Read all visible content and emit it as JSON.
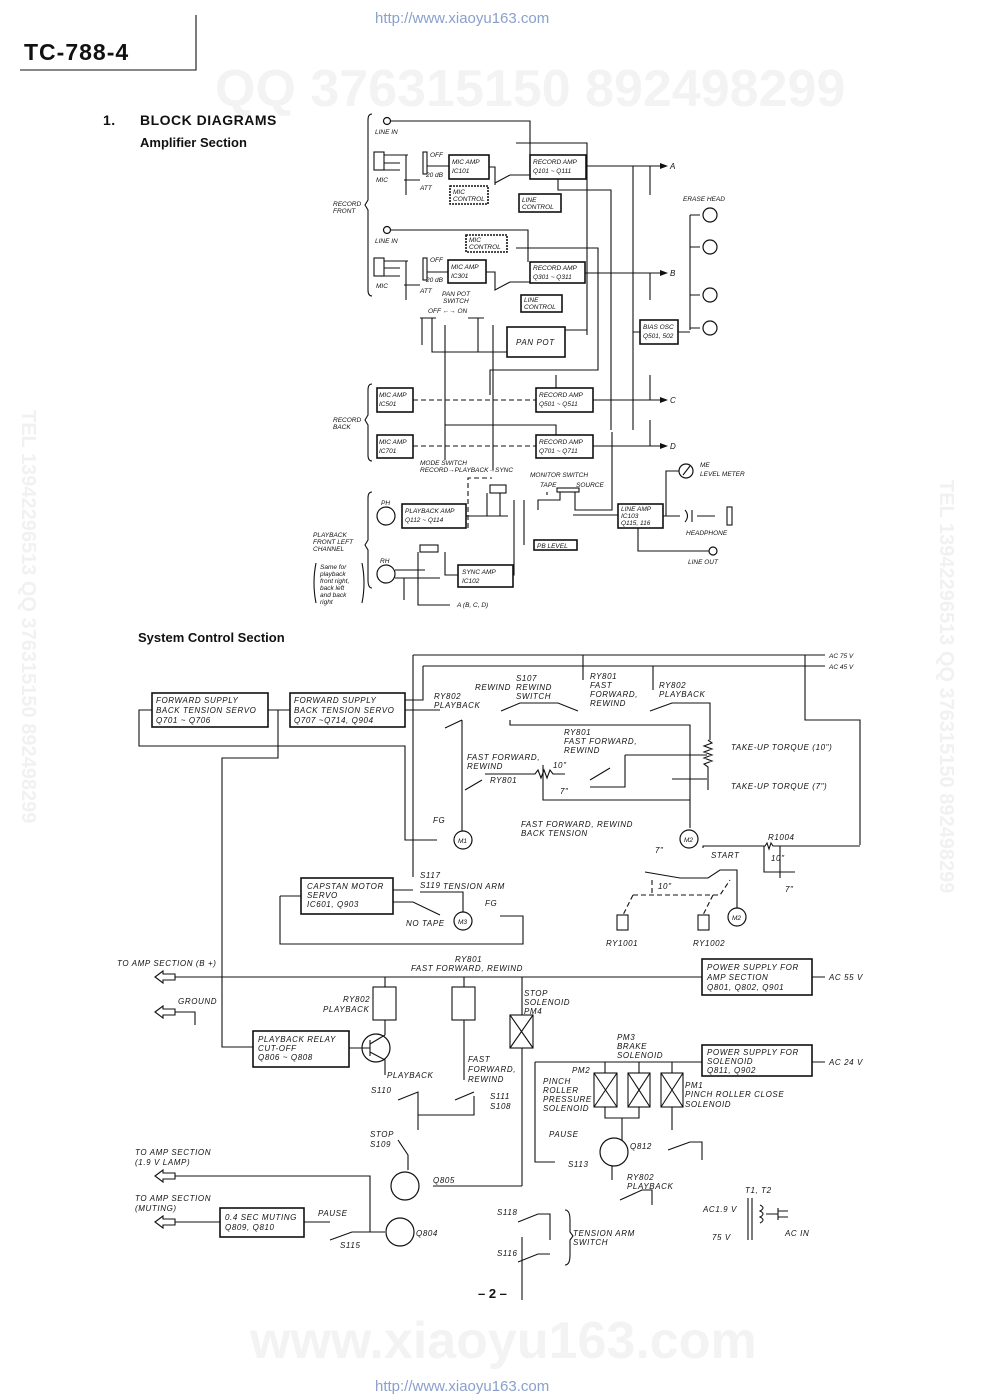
{
  "header": {
    "url": "http://www.xiaoyu163.com",
    "model": "TC-788-4",
    "page_number": "– 2 –"
  },
  "watermarks": {
    "qq": "QQ 376315150  892498299",
    "tel_left": "TEL 13942296513  QQ 376315150  892498299",
    "tel_right": "TEL 13942296513  QQ 376315150  892498299",
    "site": "www.xiaoyu163.com"
  },
  "sections": {
    "number": "1.",
    "title": "BLOCK DIAGRAMS",
    "amplifier": "Amplifier Section",
    "system": "System Control Section"
  },
  "amp": {
    "line_in": "LINE IN",
    "mic": "MIC",
    "off": "OFF",
    "db20": "20 dB",
    "att": "ATT",
    "mic_amp_1": [
      "MIC AMP",
      "IC101"
    ],
    "mic_amp_2": [
      "MIC AMP",
      "IC301"
    ],
    "mic_amp_3": [
      "MIC AMP",
      "IC501"
    ],
    "mic_amp_4": [
      "MIC AMP",
      "IC701"
    ],
    "mic_control": [
      "MIC",
      "CONTROL"
    ],
    "line_control": [
      "LINE",
      "CONTROL"
    ],
    "rec_amp_1": [
      "RECORD AMP",
      "Q101 ~ Q111"
    ],
    "rec_amp_2": [
      "RECORD AMP",
      "Q301 ~ Q311"
    ],
    "rec_amp_3": [
      "RECORD AMP",
      "Q501 ~ Q511"
    ],
    "rec_amp_4": [
      "RECORD AMP",
      "Q701 ~ Q711"
    ],
    "out_a": "A",
    "out_b": "B",
    "out_c": "C",
    "out_d": "D",
    "record_front": [
      "RECORD",
      "FRONT"
    ],
    "record_back": [
      "RECORD",
      "BACK"
    ],
    "erase_head": "ERASE HEAD",
    "pan_pot_switch": [
      "PAN POT",
      "SWITCH"
    ],
    "off_on": "OFF ←→ ON",
    "pan_pot": "PAN   POT",
    "bias_osc": [
      "BIAS OSC",
      "Q501, 502"
    ],
    "mode_switch": [
      "MODE SWITCH",
      "RECORD→PLAYBACK→SYNC"
    ],
    "monitor_switch": "MONITOR SWITCH",
    "tape": "TAPE",
    "source": "SOURCE",
    "level_meter": [
      "ME",
      "LEVEL METER"
    ],
    "ph": "PH",
    "rh": "RH",
    "playback_amp": [
      "PLAYBACK AMP",
      "Q112 ~ Q114"
    ],
    "pb_level": "PB LEVEL",
    "line_amp": [
      "LINE AMP",
      "IC103",
      "Q115, 116"
    ],
    "headphone": "HEADPHONE",
    "line_out": "LINE OUT",
    "sync_amp": [
      "SYNC AMP",
      "IC102"
    ],
    "playback_channel": [
      "PLAYBACK",
      "FRONT LEFT",
      "CHANNEL"
    ],
    "same_for": [
      "Same for",
      "playback",
      "front right,",
      "back left",
      "and back",
      "right"
    ],
    "abcd": "A (B, C, D)"
  },
  "sys": {
    "ac75": "AC 75 V",
    "ac45": "AC 45 V",
    "ac55": "AC 55 V",
    "ac24": "AC 24 V",
    "fsbts_1": [
      "FORWARD SUPPLY",
      "BACK TENSION SERVO",
      "Q701 ~ Q706"
    ],
    "fsbts_2": [
      "FORWARD SUPPLY",
      "BACK TENSION SERVO",
      "Q707 ~Q714, Q904"
    ],
    "ry802_playback": [
      "RY802",
      "PLAYBACK"
    ],
    "rewind": "REWIND",
    "s107": [
      "S107",
      "REWIND",
      "SWITCH"
    ],
    "ry801_ff_rw": [
      "RY801",
      "FAST",
      "FORWARD,",
      "REWIND"
    ],
    "ry802_pb2": [
      "RY802",
      "PLAYBACK"
    ],
    "ry801_ff_rw2": [
      "RY801",
      "FAST FORWARD,",
      "REWIND"
    ],
    "ff_rw": [
      "FAST FORWARD,",
      "REWIND"
    ],
    "ry801": "RY801",
    "takeup10": "TAKE-UP TORQUE (10\")",
    "takeup7": "TAKE-UP TORQUE (7\")",
    "in10": "10\"",
    "in7": "7\"",
    "ff_rw_back": [
      "FAST FORWARD, REWIND",
      "BACK TENSION"
    ],
    "fg": "FG",
    "m1": "M1",
    "m2": "M2",
    "m3": "M3",
    "r1004": "R1004",
    "start": "START",
    "s117": [
      "S117",
      "S119"
    ],
    "tension_arm": "TENSION ARM",
    "no_tape": "NO TAPE",
    "capstan": [
      "CAPSTAN MOTOR",
      "SERVO",
      "IC601, Q903"
    ],
    "ry1001": "RY1001",
    "ry1002": "RY1002",
    "to_amp_b": "TO AMP SECTION (B +)",
    "ground": "GROUND",
    "ry801_top": [
      "RY801",
      "FAST FORWARD, REWIND"
    ],
    "ps_amp": [
      "POWER SUPPLY FOR",
      "AMP SECTION",
      "Q801, Q802, Q901"
    ],
    "ry802_pb3": [
      "RY802",
      "PLAYBACK"
    ],
    "stop_solenoid": [
      "STOP",
      "SOLENOID",
      "PM4"
    ],
    "pb_cutoff": [
      "PLAYBACK RELAY",
      "CUT-OFF",
      "Q806 ~ Q808"
    ],
    "pm3": [
      "PM3",
      "BRAKE",
      "SOLENOID"
    ],
    "ps_sol": [
      "POWER SUPPLY FOR",
      "SOLENOID",
      "Q811, Q902"
    ],
    "pm2": "PM2",
    "pinch_pressure": [
      "PINCH",
      "ROLLER",
      "PRESSURE",
      "SOLENOID"
    ],
    "pm1": [
      "PM1",
      "PINCH ROLLER CLOSE",
      "SOLENOID"
    ],
    "playback": "PLAYBACK",
    "s110": "S110",
    "ff_rw3": [
      "FAST",
      "FORWARD,",
      "REWIND"
    ],
    "s111": [
      "S111",
      "S108"
    ],
    "stop_s109": [
      "STOP",
      "S109"
    ],
    "pause": "PAUSE",
    "s113": "S113",
    "q812": "Q812",
    "ry802_pb4": [
      "RY802",
      "PLAYBACK"
    ],
    "to_amp_lamp": [
      "TO AMP SECTION",
      "(1.9 V LAMP)"
    ],
    "to_amp_mute": [
      "TO AMP SECTION",
      "(MUTING)"
    ],
    "muting": [
      "0.4 SEC MUTING",
      "Q809, Q810"
    ],
    "pause2": "PAUSE",
    "s115": "S115",
    "q805": "Q805",
    "q804": "Q804",
    "s118": "S118",
    "s116": "S116",
    "tension_sw": [
      "TENSION ARM",
      "SWITCH"
    ],
    "t1t2": "T1, T2",
    "ac19": "AC1.9 V",
    "v75": "75 V",
    "ac_in": "AC IN"
  }
}
